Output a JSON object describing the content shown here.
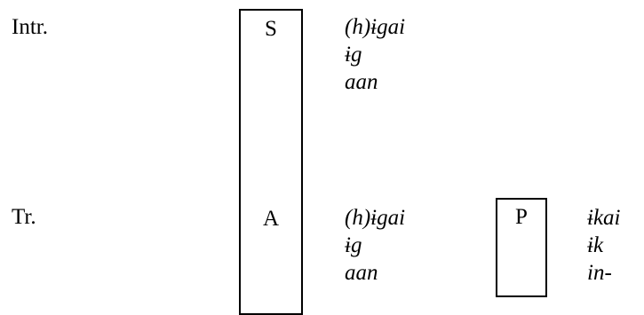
{
  "rows": {
    "intransitive": {
      "label": "Intr.",
      "s_role": "S",
      "s_forms": [
        "(h)ɨgai",
        "ɨg",
        "aan"
      ]
    },
    "transitive": {
      "label": "Tr.",
      "a_role": "A",
      "a_forms": [
        "(h)ɨgai",
        "ɨg",
        "aan"
      ],
      "p_role": "P",
      "p_forms": [
        "ɨkai",
        "ɨk",
        "in-"
      ]
    }
  }
}
